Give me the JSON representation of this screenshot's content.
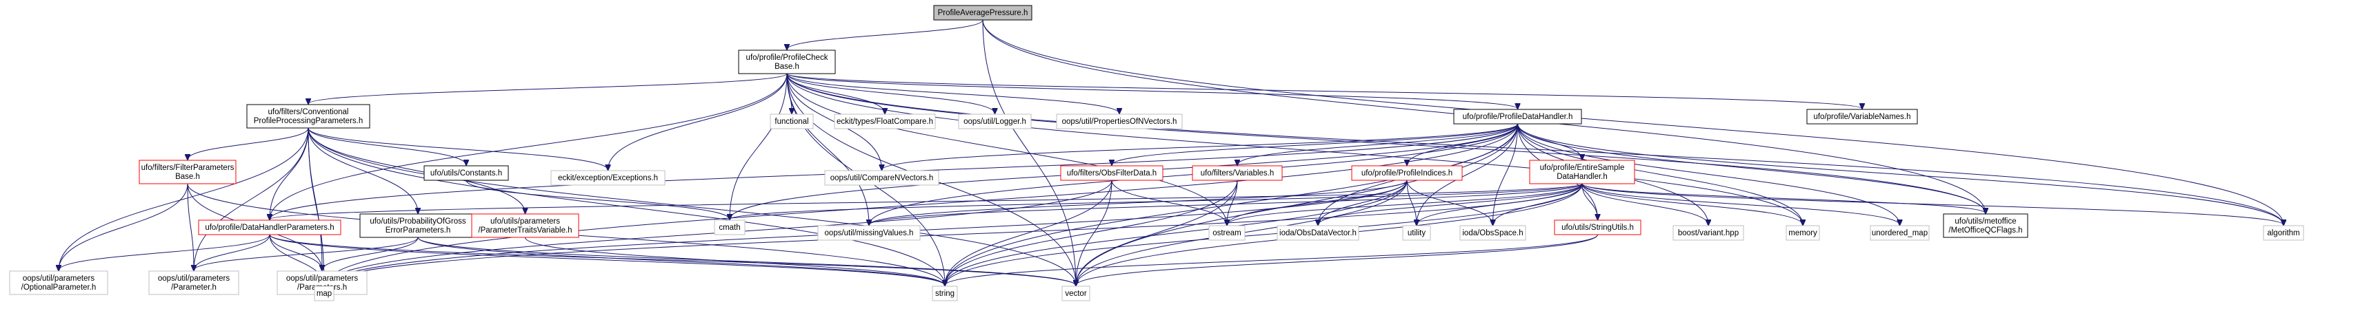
{
  "diagram": {
    "kind": "include dependency graph",
    "colors": {
      "edge": "#191970",
      "root_fill": "#bfbfbf",
      "link_border": "#000000",
      "truncated_border": "#ff0000",
      "external_border": "#bfbfbf"
    },
    "nodes": {
      "root": {
        "lines": [
          "ProfileAveragePressure.h"
        ],
        "style": "root"
      },
      "profilecheckbase": {
        "lines": [
          "ufo/profile/ProfileCheck",
          "Base.h"
        ],
        "style": "link"
      },
      "conventional": {
        "lines": [
          "ufo/filters/Conventional",
          "ProfileProcessingParameters.h"
        ],
        "style": "link"
      },
      "functional": {
        "lines": [
          "functional"
        ],
        "style": "external"
      },
      "floatcompare": {
        "lines": [
          "eckit/types/FloatCompare.h"
        ],
        "style": "external"
      },
      "logger": {
        "lines": [
          "oops/util/Logger.h"
        ],
        "style": "external"
      },
      "propsofnvec": {
        "lines": [
          "oops/util/PropertiesOfNVectors.h"
        ],
        "style": "external"
      },
      "profiledatahandler": {
        "lines": [
          "ufo/profile/ProfileDataHandler.h"
        ],
        "style": "link"
      },
      "variablenames": {
        "lines": [
          "ufo/profile/VariableNames.h"
        ],
        "style": "link"
      },
      "filterparamsbase": {
        "lines": [
          "ufo/filters/FilterParameters",
          "Base.h"
        ],
        "style": "truncated"
      },
      "constants": {
        "lines": [
          "ufo/utils/Constants.h"
        ],
        "style": "link"
      },
      "exceptions": {
        "lines": [
          "eckit/exception/Exceptions.h"
        ],
        "style": "external"
      },
      "comparenvectors": {
        "lines": [
          "oops/util/CompareNVectors.h"
        ],
        "style": "external"
      },
      "obsfilterdata": {
        "lines": [
          "ufo/filters/ObsFilterData.h"
        ],
        "style": "truncated"
      },
      "variables": {
        "lines": [
          "ufo/filters/Variables.h"
        ],
        "style": "truncated"
      },
      "profileindices": {
        "lines": [
          "ufo/profile/ProfileIndices.h"
        ],
        "style": "truncated"
      },
      "entiresample": {
        "lines": [
          "ufo/profile/EntireSample",
          "DataHandler.h"
        ],
        "style": "truncated"
      },
      "cmath": {
        "lines": [
          "cmath"
        ],
        "style": "external"
      },
      "datahandlerparams": {
        "lines": [
          "ufo/profile/DataHandlerParameters.h"
        ],
        "style": "truncated"
      },
      "probgross": {
        "lines": [
          "ufo/utils/ProbabilityOfGross",
          "ErrorParameters.h"
        ],
        "style": "link"
      },
      "paramtraits": {
        "lines": [
          "ufo/utils/parameters",
          "/ParameterTraitsVariable.h"
        ],
        "style": "truncated"
      },
      "missingvalues": {
        "lines": [
          "oops/util/missingValues.h"
        ],
        "style": "external"
      },
      "ostream": {
        "lines": [
          "ostream"
        ],
        "style": "external"
      },
      "obsdatavector": {
        "lines": [
          "ioda/ObsDataVector.h"
        ],
        "style": "external"
      },
      "utility": {
        "lines": [
          "utility"
        ],
        "style": "external"
      },
      "obsspace": {
        "lines": [
          "ioda/ObsSpace.h"
        ],
        "style": "external"
      },
      "stringutils": {
        "lines": [
          "ufo/utils/StringUtils.h"
        ],
        "style": "truncated"
      },
      "boostvariant": {
        "lines": [
          "boost/variant.hpp"
        ],
        "style": "external"
      },
      "memory": {
        "lines": [
          "memory"
        ],
        "style": "external"
      },
      "unorderedmap": {
        "lines": [
          "unordered_map"
        ],
        "style": "external"
      },
      "metofficeqc": {
        "lines": [
          "ufo/utils/metoffice",
          "/MetOfficeQCFlags.h"
        ],
        "style": "link"
      },
      "algorithm": {
        "lines": [
          "algorithm"
        ],
        "style": "external"
      },
      "optionalparam": {
        "lines": [
          "oops/util/parameters",
          "/OptionalParameter.h"
        ],
        "style": "external"
      },
      "parameterh": {
        "lines": [
          "oops/util/parameters",
          "/Parameter.h"
        ],
        "style": "external"
      },
      "parametersh": {
        "lines": [
          "oops/util/parameters",
          "/Parameters.h"
        ],
        "style": "external"
      },
      "map": {
        "lines": [
          "map"
        ],
        "style": "external"
      },
      "string": {
        "lines": [
          "string"
        ],
        "style": "external"
      },
      "vector": {
        "lines": [
          "vector"
        ],
        "style": "external"
      }
    },
    "edges": [
      [
        "root",
        "profilecheckbase"
      ],
      [
        "root",
        "metofficeqc"
      ],
      [
        "root",
        "algorithm"
      ],
      [
        "root",
        "vector"
      ],
      [
        "profilecheckbase",
        "conventional"
      ],
      [
        "profilecheckbase",
        "functional"
      ],
      [
        "profilecheckbase",
        "floatcompare"
      ],
      [
        "profilecheckbase",
        "logger"
      ],
      [
        "profilecheckbase",
        "propsofnvec"
      ],
      [
        "profilecheckbase",
        "profiledatahandler"
      ],
      [
        "profilecheckbase",
        "variablenames"
      ],
      [
        "profilecheckbase",
        "exceptions"
      ],
      [
        "profilecheckbase",
        "comparenvectors"
      ],
      [
        "profilecheckbase",
        "cmath"
      ],
      [
        "profilecheckbase",
        "ostream"
      ],
      [
        "profilecheckbase",
        "string"
      ],
      [
        "profilecheckbase",
        "memory"
      ],
      [
        "profilecheckbase",
        "metofficeqc"
      ],
      [
        "profilecheckbase",
        "algorithm"
      ],
      [
        "profilecheckbase",
        "vector"
      ],
      [
        "profilecheckbase",
        "datahandlerparams"
      ],
      [
        "profilecheckbase",
        "missingvalues"
      ],
      [
        "conventional",
        "filterparamsbase"
      ],
      [
        "conventional",
        "constants"
      ],
      [
        "conventional",
        "exceptions"
      ],
      [
        "conventional",
        "datahandlerparams"
      ],
      [
        "conventional",
        "probgross"
      ],
      [
        "conventional",
        "paramtraits"
      ],
      [
        "conventional",
        "optionalparam"
      ],
      [
        "conventional",
        "parameterh"
      ],
      [
        "conventional",
        "parametersh"
      ],
      [
        "conventional",
        "map"
      ],
      [
        "conventional",
        "string"
      ],
      [
        "conventional",
        "vector"
      ],
      [
        "filterparamsbase",
        "optionalparam"
      ],
      [
        "filterparamsbase",
        "parameterh"
      ],
      [
        "filterparamsbase",
        "parametersh"
      ],
      [
        "filterparamsbase",
        "string"
      ],
      [
        "constants",
        "cmath"
      ],
      [
        "profiledatahandler",
        "obsfilterdata"
      ],
      [
        "profiledatahandler",
        "variables"
      ],
      [
        "profiledatahandler",
        "profileindices"
      ],
      [
        "profiledatahandler",
        "entiresample"
      ],
      [
        "profiledatahandler",
        "comparenvectors"
      ],
      [
        "profiledatahandler",
        "missingvalues"
      ],
      [
        "profiledatahandler",
        "datahandlerparams"
      ],
      [
        "profiledatahandler",
        "cmath"
      ],
      [
        "profiledatahandler",
        "obsdatavector"
      ],
      [
        "profiledatahandler",
        "utility"
      ],
      [
        "profiledatahandler",
        "obsspace"
      ],
      [
        "profiledatahandler",
        "stringutils"
      ],
      [
        "profiledatahandler",
        "boostvariant"
      ],
      [
        "profiledatahandler",
        "memory"
      ],
      [
        "profiledatahandler",
        "unorderedmap"
      ],
      [
        "profiledatahandler",
        "metofficeqc"
      ],
      [
        "profiledatahandler",
        "algorithm"
      ],
      [
        "profiledatahandler",
        "string"
      ],
      [
        "profiledatahandler",
        "vector"
      ],
      [
        "profiledatahandler",
        "map"
      ],
      [
        "obsfilterdata",
        "ostream"
      ],
      [
        "obsfilterdata",
        "string"
      ],
      [
        "obsfilterdata",
        "vector"
      ],
      [
        "obsfilterdata",
        "map"
      ],
      [
        "variables",
        "ostream"
      ],
      [
        "variables",
        "string"
      ],
      [
        "variables",
        "vector"
      ],
      [
        "profileindices",
        "ostream"
      ],
      [
        "profileindices",
        "obsdatavector"
      ],
      [
        "profileindices",
        "utility"
      ],
      [
        "profileindices",
        "obsspace"
      ],
      [
        "profileindices",
        "missingvalues"
      ],
      [
        "profileindices",
        "string"
      ],
      [
        "profileindices",
        "vector"
      ],
      [
        "profileindices",
        "map"
      ],
      [
        "entiresample",
        "datahandlerparams"
      ],
      [
        "entiresample",
        "obsdatavector"
      ],
      [
        "entiresample",
        "utility"
      ],
      [
        "entiresample",
        "obsspace"
      ],
      [
        "entiresample",
        "stringutils"
      ],
      [
        "entiresample",
        "boostvariant"
      ],
      [
        "entiresample",
        "memory"
      ],
      [
        "entiresample",
        "unorderedmap"
      ],
      [
        "entiresample",
        "metofficeqc"
      ],
      [
        "entiresample",
        "algorithm"
      ],
      [
        "entiresample",
        "string"
      ],
      [
        "entiresample",
        "vector"
      ],
      [
        "entiresample",
        "map"
      ],
      [
        "entiresample",
        "ostream"
      ],
      [
        "entiresample",
        "missingvalues"
      ],
      [
        "entiresample",
        "cmath"
      ],
      [
        "datahandlerparams",
        "optionalparam"
      ],
      [
        "datahandlerparams",
        "parameterh"
      ],
      [
        "datahandlerparams",
        "parametersh"
      ],
      [
        "datahandlerparams",
        "map"
      ],
      [
        "datahandlerparams",
        "string"
      ],
      [
        "datahandlerparams",
        "vector"
      ],
      [
        "probgross",
        "parameterh"
      ],
      [
        "probgross",
        "parametersh"
      ],
      [
        "probgross",
        "string"
      ],
      [
        "probgross",
        "vector"
      ],
      [
        "paramtraits",
        "string"
      ],
      [
        "stringutils",
        "string"
      ],
      [
        "stringutils",
        "vector"
      ]
    ]
  }
}
